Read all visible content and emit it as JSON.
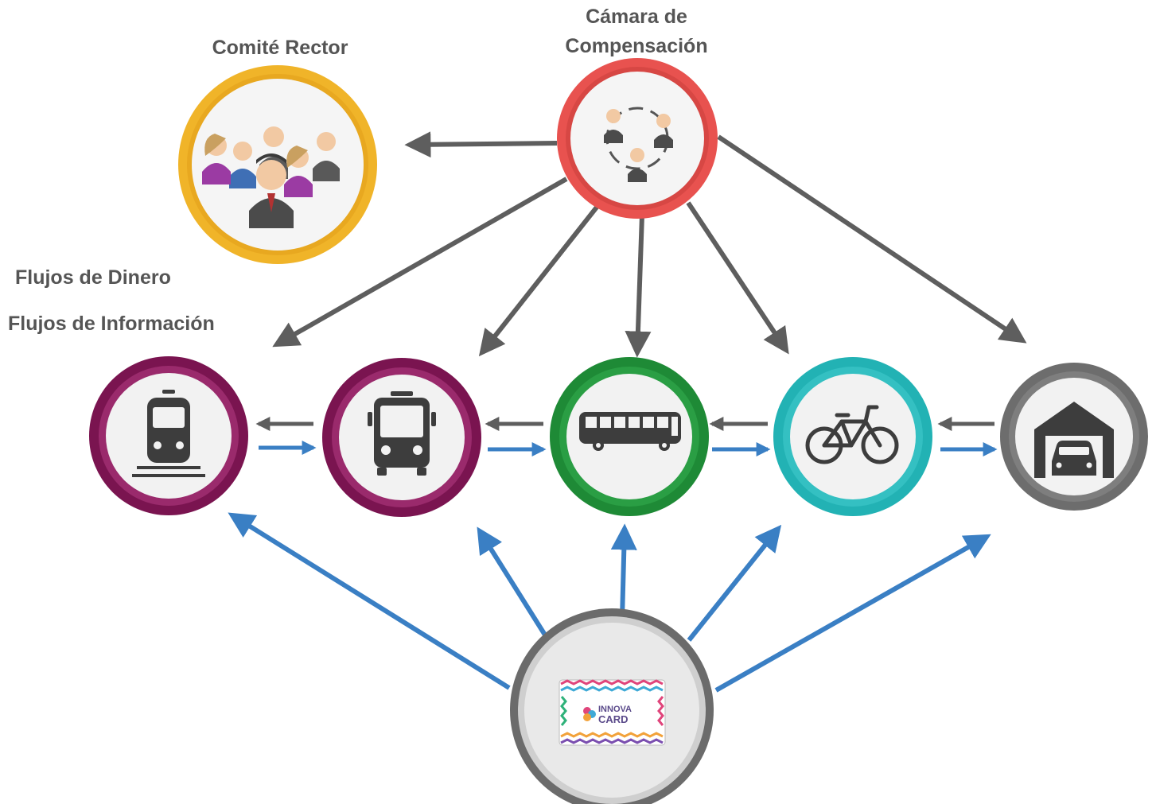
{
  "labels": {
    "comite_rector": "Comité Rector",
    "camara_line1": "Cámara de",
    "camara_line2": "Compensación",
    "flujos_dinero": "Flujos de Dinero",
    "flujos_informacion": "Flujos de Información"
  },
  "card": {
    "line1": "INNOVA",
    "line2": "CARD"
  },
  "nodes": [
    {
      "id": "comite-rector",
      "icon": "group-of-people-icon",
      "ring_color": "#f0b429"
    },
    {
      "id": "camara-compensacion",
      "icon": "exchange-cycle-people-icon",
      "ring_color": "#e8524f"
    },
    {
      "id": "train",
      "icon": "train-icon",
      "ring_color": "#7a1450"
    },
    {
      "id": "minibus",
      "icon": "bus-front-icon",
      "ring_color": "#7a1450"
    },
    {
      "id": "bus",
      "icon": "bus-side-icon",
      "ring_color": "#1e8a36"
    },
    {
      "id": "bike",
      "icon": "bicycle-icon",
      "ring_color": "#22b2b4"
    },
    {
      "id": "parking",
      "icon": "car-garage-icon",
      "ring_color": "#6d6d6d"
    },
    {
      "id": "card",
      "icon": "innova-card-icon",
      "ring_color": "#6b6b6b"
    }
  ],
  "arrow_colors": {
    "money": "#5e5e5e",
    "information": "#3a7fc4"
  }
}
